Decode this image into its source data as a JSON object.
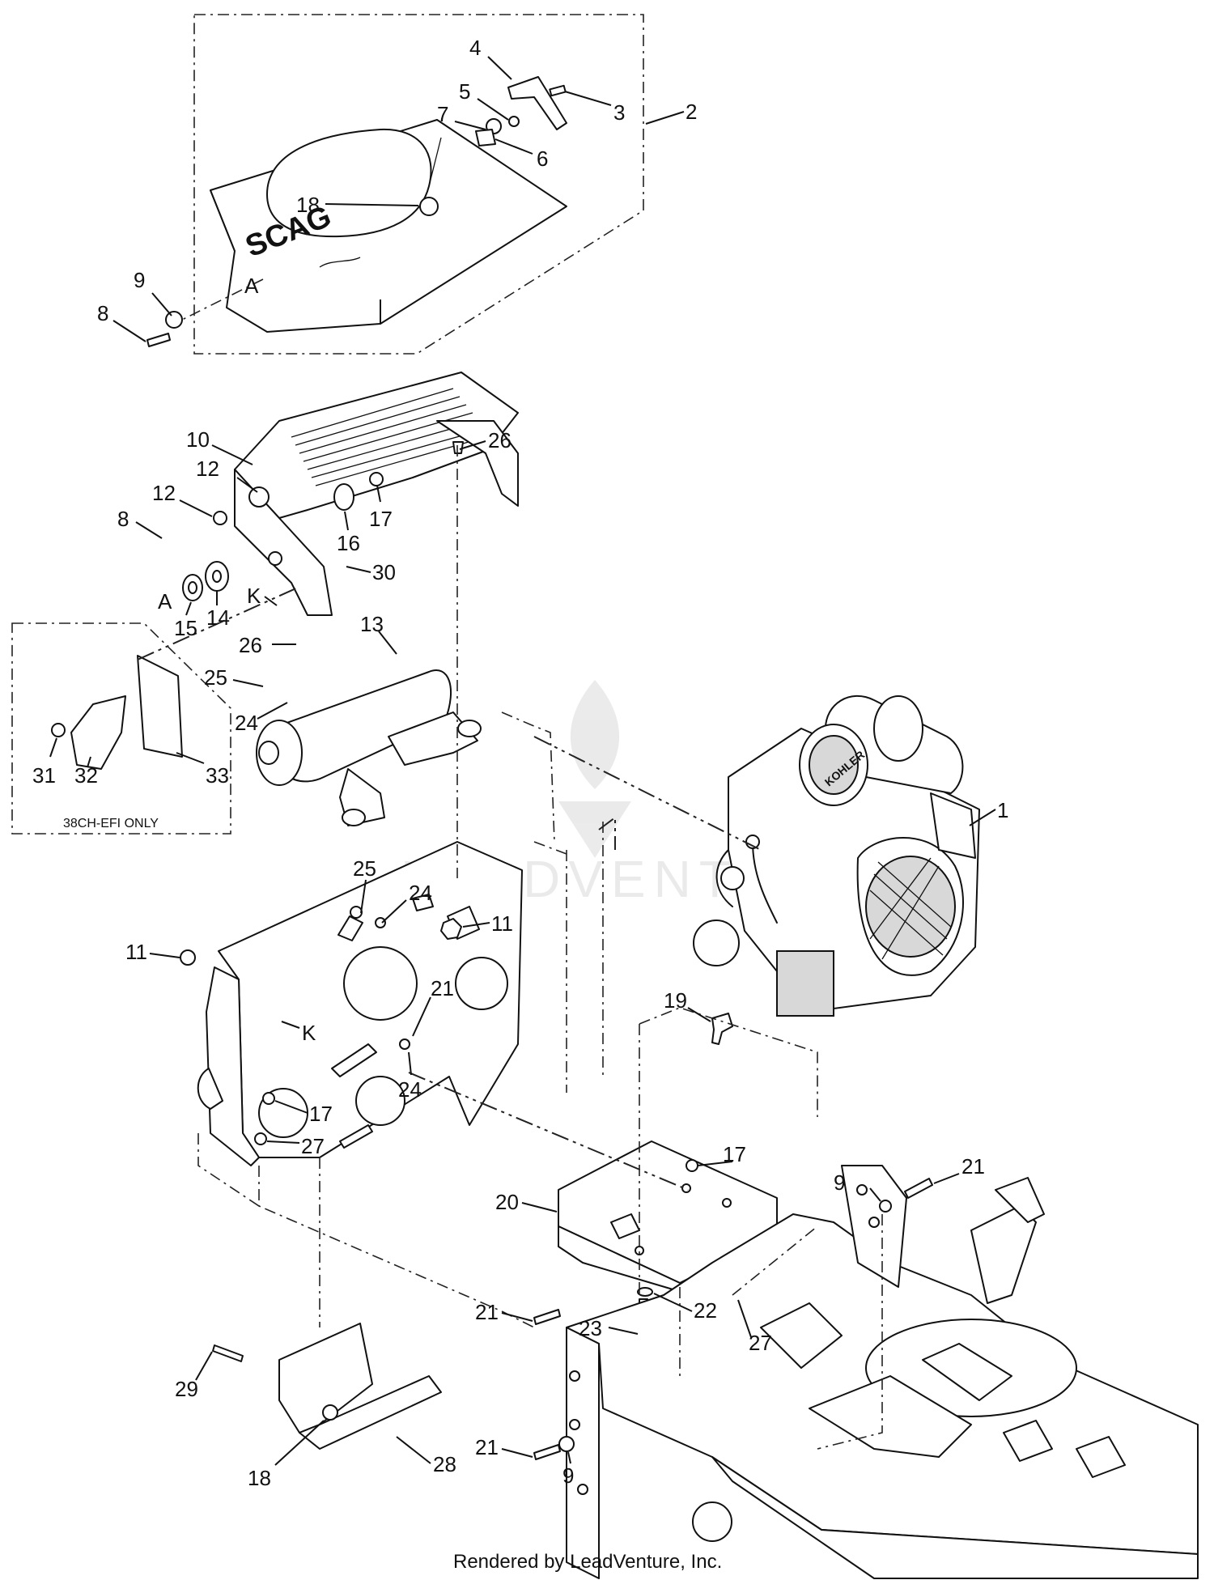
{
  "diagram": {
    "footer": "Rendered by LeadVenture, Inc.",
    "watermark": "LEADVENTURE",
    "inset_note": "38CH-EFI ONLY",
    "brand_text": "SCAG",
    "engine_brand": "KOHLER",
    "callouts": [
      {
        "label": "1"
      },
      {
        "label": "2"
      },
      {
        "label": "3"
      },
      {
        "label": "4"
      },
      {
        "label": "5"
      },
      {
        "label": "6"
      },
      {
        "label": "7"
      },
      {
        "label": "18"
      },
      {
        "label": "9"
      },
      {
        "label": "8"
      },
      {
        "label": "A"
      },
      {
        "label": "10"
      },
      {
        "label": "26"
      },
      {
        "label": "12"
      },
      {
        "label": "12"
      },
      {
        "label": "17"
      },
      {
        "label": "8"
      },
      {
        "label": "16"
      },
      {
        "label": "30"
      },
      {
        "label": "A"
      },
      {
        "label": "15"
      },
      {
        "label": "14"
      },
      {
        "label": "K"
      },
      {
        "label": "26"
      },
      {
        "label": "13"
      },
      {
        "label": "25"
      },
      {
        "label": "24"
      },
      {
        "label": "31"
      },
      {
        "label": "32"
      },
      {
        "label": "33"
      },
      {
        "label": "25"
      },
      {
        "label": "24"
      },
      {
        "label": "11"
      },
      {
        "label": "11"
      },
      {
        "label": "21"
      },
      {
        "label": "K"
      },
      {
        "label": "24"
      },
      {
        "label": "17"
      },
      {
        "label": "27"
      },
      {
        "label": "19"
      },
      {
        "label": "17"
      },
      {
        "label": "9"
      },
      {
        "label": "21"
      },
      {
        "label": "20"
      },
      {
        "label": "22"
      },
      {
        "label": "23"
      },
      {
        "label": "27"
      },
      {
        "label": "29"
      },
      {
        "label": "21"
      },
      {
        "label": "18"
      },
      {
        "label": "28"
      },
      {
        "label": "21"
      },
      {
        "label": "9"
      }
    ]
  }
}
